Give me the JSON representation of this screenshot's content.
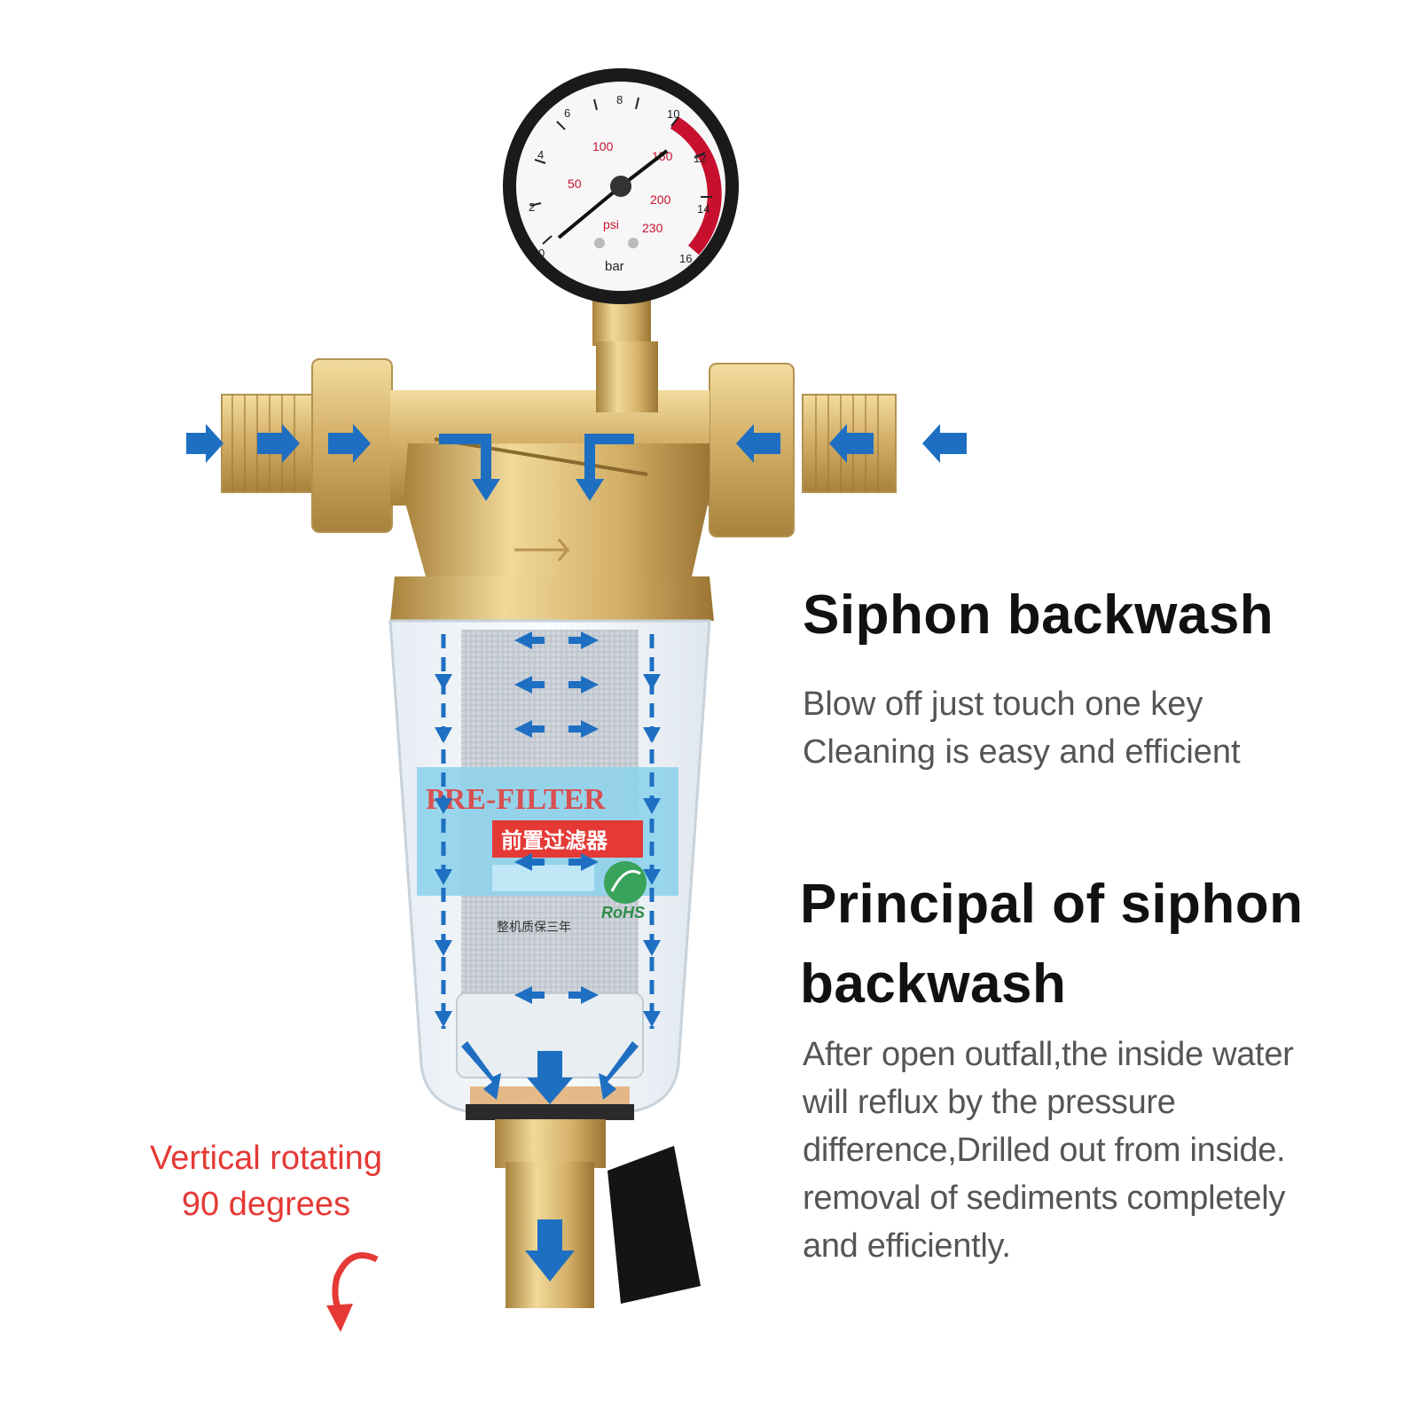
{
  "headings": {
    "siphon_backwash": "Siphon backwash",
    "principal": [
      "Principal of siphon",
      "backwash"
    ]
  },
  "descriptions": {
    "blow_off": [
      "Blow off just touch one key",
      "Cleaning is easy and efficient"
    ],
    "principal": [
      "After open outfall,the inside water",
      "will reflux by the pressure",
      "difference,Drilled out from inside.",
      "removal of sediments completely",
      "and efficiently."
    ]
  },
  "rotation_note": [
    "Vertical rotating",
    "90 degrees"
  ],
  "gauge": {
    "bar_labels": [
      "0",
      "2",
      "4",
      "6",
      "8",
      "10",
      "12",
      "14",
      "16"
    ],
    "psi_labels": [
      "50",
      "100",
      "150",
      "200",
      "230"
    ],
    "unit_psi": "psi",
    "unit_bar": "bar"
  },
  "filter_label": {
    "english": "PRE-FILTER",
    "chinese": "前置过滤器",
    "badge": "RoHS",
    "fine_print": "整机质保三年"
  },
  "colors": {
    "arrow_blue": "#1E6FC2",
    "brass": "#D4B068",
    "note_red": "#E53935",
    "gauge_red": "#C8102E",
    "label_cyan": "#8FD3EC"
  },
  "icons": [
    "flow-arrow-icon",
    "rotate-arrow-icon",
    "pressure-gauge-icon",
    "rohs-leaf-icon"
  ]
}
